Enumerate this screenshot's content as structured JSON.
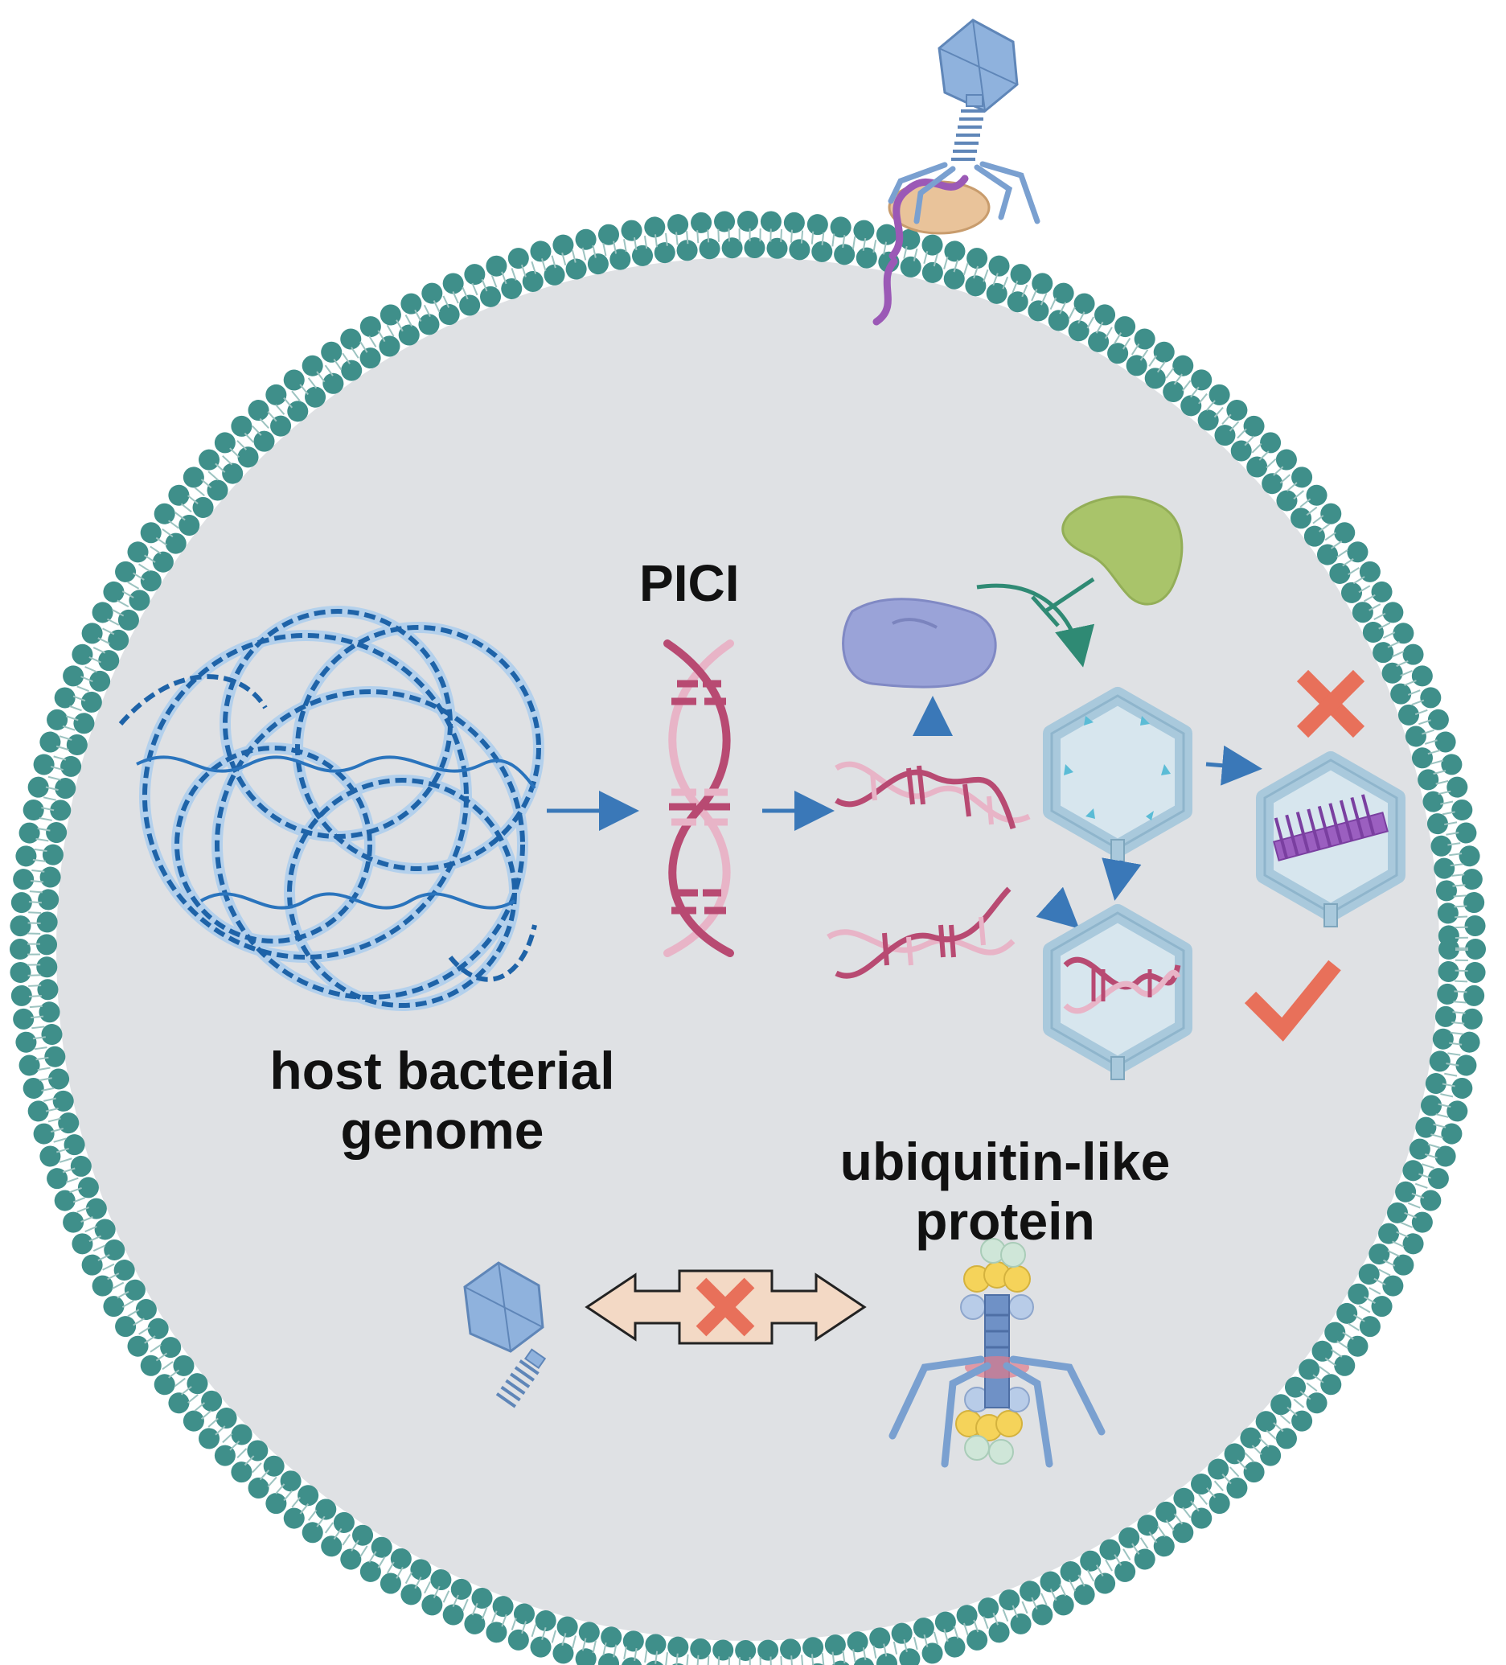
{
  "labels": {
    "pici": "PICI",
    "host_line1": "host bacterial",
    "host_line2": "genome",
    "ubl_line1": "ubiquitin-like",
    "ubl_line2": "protein"
  },
  "colors": {
    "background": "#ffffff",
    "cell_interior": "#dfe1e4",
    "membrane": "#3f8f8a",
    "genome": "#1e63a8",
    "genome_light": "#a9cdee",
    "pici_dna": "#b84a72",
    "pici_dna_light": "#e8b4c7",
    "arrow_blue": "#3a78b8",
    "arrow_teal": "#2f8a74",
    "protein_purple": "#9aa3d8",
    "protein_green": "#a9c46a",
    "capsid": "#bcd7e6",
    "cross_mark": "#e8705a",
    "check_mark": "#e8705a",
    "phage_blue": "#8fb2dd",
    "double_arrow_fill": "#f3d9c5"
  },
  "icons": {
    "top_phage": "phage-injecting-icon",
    "genome": "bacterial-genome-icon",
    "pici": "dna-helix-icon",
    "protein_a": "purple-protein-icon",
    "protein_b": "green-protein-icon",
    "capsid_empty": "capsid-icon",
    "capsid_phage": "capsid-with-phage-tail-icon",
    "capsid_pici": "capsid-with-pici-dna-icon",
    "blocked": "cross-icon",
    "allowed": "check-icon",
    "phage_small": "phage-icon",
    "ubl_tail": "phage-tail-ubl-icon"
  }
}
